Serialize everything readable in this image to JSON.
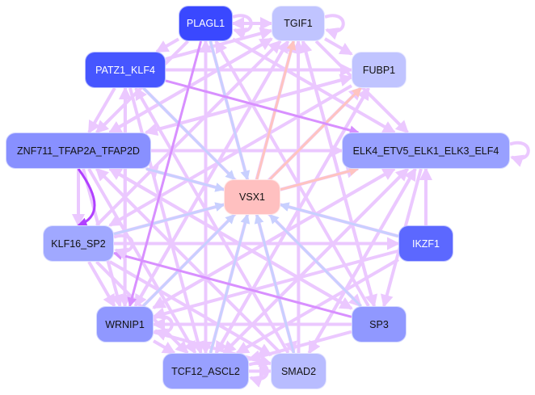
{
  "nodes": [
    {
      "id": "PLAGL1",
      "label": "PLAGL1",
      "color": "#3a48ff",
      "text": "#ffffff"
    },
    {
      "id": "TGIF1",
      "label": "TGIF1",
      "color": "#c0c4ff",
      "text": "#111111"
    },
    {
      "id": "PATZ1_KLF4",
      "label": "PATZ1_KLF4",
      "color": "#4656ff",
      "text": "#ffffff"
    },
    {
      "id": "FUBP1",
      "label": "FUBP1",
      "color": "#c0c4ff",
      "text": "#111111"
    },
    {
      "id": "ZNF711_TFAP2A_TFAP2D",
      "label": "ZNF711_TFAP2A_TFAP2D",
      "color": "#8890ff",
      "text": "#111111"
    },
    {
      "id": "ELK4_ETV5_ELK1_ELK3_ELF4",
      "label": "ELK4_ETV5_ELK1_ELK3_ELF4",
      "color": "#98a0ff",
      "text": "#111111"
    },
    {
      "id": "VSX1",
      "label": "VSX1",
      "color": "#ffc0c0",
      "text": "#111111"
    },
    {
      "id": "KLF16_SP2",
      "label": "KLF16_SP2",
      "color": "#a0a8ff",
      "text": "#111111"
    },
    {
      "id": "IKZF1",
      "label": "IKZF1",
      "color": "#5c68ff",
      "text": "#ffffff"
    },
    {
      "id": "WRNIP1",
      "label": "WRNIP1",
      "color": "#9098ff",
      "text": "#111111"
    },
    {
      "id": "SP3",
      "label": "SP3",
      "color": "#9098ff",
      "text": "#111111"
    },
    {
      "id": "TCF12_ASCL2",
      "label": "TCF12_ASCL2",
      "color": "#98a0ff",
      "text": "#111111"
    },
    {
      "id": "SMAD2",
      "label": "SMAD2",
      "color": "#b8bcff",
      "text": "#111111"
    }
  ],
  "edge_colors": {
    "lavender": "#ebc8ff",
    "blue": "#c8d0ff",
    "salmon": "#ffc4c0",
    "purple": "#d890ff",
    "violet": "#b040ff"
  },
  "edges": [
    [
      "PLAGL1",
      "TGIF1",
      "lavender"
    ],
    [
      "TGIF1",
      "PLAGL1",
      "lavender"
    ],
    [
      "PLAGL1",
      "PATZ1_KLF4",
      "lavender"
    ],
    [
      "PLAGL1",
      "VSX1",
      "blue"
    ],
    [
      "PLAGL1",
      "WRNIP1",
      "purple"
    ],
    [
      "PLAGL1",
      "ELK4_ETV5_ELK1_ELK3_ELF4",
      "lavender"
    ],
    [
      "PLAGL1",
      "TCF12_ASCL2",
      "lavender"
    ],
    [
      "PLAGL1",
      "ZNF711_TFAP2A_TFAP2D",
      "lavender"
    ],
    [
      "PLAGL1",
      "SMAD2",
      "lavender"
    ],
    [
      "PATZ1_KLF4",
      "TGIF1",
      "lavender"
    ],
    [
      "PATZ1_KLF4",
      "FUBP1",
      "lavender"
    ],
    [
      "PATZ1_KLF4",
      "ELK4_ETV5_ELK1_ELK3_ELF4",
      "purple"
    ],
    [
      "PATZ1_KLF4",
      "VSX1",
      "blue"
    ],
    [
      "PATZ1_KLF4",
      "ZNF711_TFAP2A_TFAP2D",
      "lavender"
    ],
    [
      "PATZ1_KLF4",
      "SP3",
      "lavender"
    ],
    [
      "PATZ1_KLF4",
      "TCF12_ASCL2",
      "lavender"
    ],
    [
      "PATZ1_KLF4",
      "WRNIP1",
      "lavender"
    ],
    [
      "VSX1",
      "TGIF1",
      "salmon"
    ],
    [
      "VSX1",
      "FUBP1",
      "salmon"
    ],
    [
      "VSX1",
      "ELK4_ETV5_ELK1_ELK3_ELF4",
      "salmon"
    ],
    [
      "ZNF711_TFAP2A_TFAP2D",
      "VSX1",
      "blue"
    ],
    [
      "ZNF711_TFAP2A_TFAP2D",
      "ELK4_ETV5_ELK1_ELK3_ELF4",
      "lavender"
    ],
    [
      "ZNF711_TFAP2A_TFAP2D",
      "TGIF1",
      "lavender"
    ],
    [
      "ZNF711_TFAP2A_TFAP2D",
      "FUBP1",
      "lavender"
    ],
    [
      "ZNF711_TFAP2A_TFAP2D",
      "KLF16_SP2",
      "lavender"
    ],
    [
      "ZNF711_TFAP2A_TFAP2D",
      "WRNIP1",
      "lavender"
    ],
    [
      "ZNF711_TFAP2A_TFAP2D",
      "TCF12_ASCL2",
      "lavender"
    ],
    [
      "ZNF711_TFAP2A_TFAP2D",
      "SP3",
      "lavender"
    ],
    [
      "ZNF711_TFAP2A_TFAP2D",
      "KLF16_SP2",
      "violet"
    ],
    [
      "KLF16_SP2",
      "VSX1",
      "blue"
    ],
    [
      "KLF16_SP2",
      "IKZF1",
      "lavender"
    ],
    [
      "KLF16_SP2",
      "WRNIP1",
      "lavender"
    ],
    [
      "KLF16_SP2",
      "TGIF1",
      "lavender"
    ],
    [
      "KLF16_SP2",
      "ELK4_ETV5_ELK1_ELK3_ELF4",
      "lavender"
    ],
    [
      "KLF16_SP2",
      "SMAD2",
      "lavender"
    ],
    [
      "KLF16_SP2",
      "TCF12_ASCL2",
      "lavender"
    ],
    [
      "SP3",
      "KLF16_SP2",
      "purple"
    ],
    [
      "SP3",
      "VSX1",
      "blue"
    ],
    [
      "SP3",
      "WRNIP1",
      "lavender"
    ],
    [
      "SP3",
      "TGIF1",
      "lavender"
    ],
    [
      "SP3",
      "ZNF711_TFAP2A_TFAP2D",
      "lavender"
    ],
    [
      "SP3",
      "TCF12_ASCL2",
      "lavender"
    ],
    [
      "SP3",
      "PLAGL1",
      "lavender"
    ],
    [
      "IKZF1",
      "VSX1",
      "blue"
    ],
    [
      "IKZF1",
      "ELK4_ETV5_ELK1_ELK3_ELF4",
      "lavender"
    ],
    [
      "IKZF1",
      "WRNIP1",
      "lavender"
    ],
    [
      "IKZF1",
      "TCF12_ASCL2",
      "lavender"
    ],
    [
      "IKZF1",
      "ZNF711_TFAP2A_TFAP2D",
      "lavender"
    ],
    [
      "WRNIP1",
      "VSX1",
      "blue"
    ],
    [
      "WRNIP1",
      "TGIF1",
      "lavender"
    ],
    [
      "WRNIP1",
      "FUBP1",
      "lavender"
    ],
    [
      "WRNIP1",
      "ELK4_ETV5_ELK1_ELK3_ELF4",
      "lavender"
    ],
    [
      "WRNIP1",
      "TCF12_ASCL2",
      "lavender"
    ],
    [
      "WRNIP1",
      "PATZ1_KLF4",
      "lavender"
    ],
    [
      "WRNIP1",
      "SMAD2",
      "lavender"
    ],
    [
      "TCF12_ASCL2",
      "VSX1",
      "blue"
    ],
    [
      "TCF12_ASCL2",
      "TGIF1",
      "lavender"
    ],
    [
      "TCF12_ASCL2",
      "ELK4_ETV5_ELK1_ELK3_ELF4",
      "lavender"
    ],
    [
      "TCF12_ASCL2",
      "FUBP1",
      "lavender"
    ],
    [
      "TCF12_ASCL2",
      "SMAD2",
      "lavender"
    ],
    [
      "TCF12_ASCL2",
      "PLAGL1",
      "lavender"
    ],
    [
      "SMAD2",
      "VSX1",
      "blue"
    ],
    [
      "SMAD2",
      "TGIF1",
      "lavender"
    ],
    [
      "SMAD2",
      "ELK4_ETV5_ELK1_ELK3_ELF4",
      "lavender"
    ],
    [
      "SMAD2",
      "ZNF711_TFAP2A_TFAP2D",
      "lavender"
    ],
    [
      "SMAD2",
      "PATZ1_KLF4",
      "lavender"
    ],
    [
      "ELK4_ETV5_ELK1_ELK3_ELF4",
      "SP3",
      "lavender"
    ],
    [
      "ELK4_ETV5_ELK1_ELK3_ELF4",
      "TCF12_ASCL2",
      "lavender"
    ],
    [
      "ELK4_ETV5_ELK1_ELK3_ELF4",
      "WRNIP1",
      "lavender"
    ],
    [
      "ELK4_ETV5_ELK1_ELK3_ELF4",
      "SMAD2",
      "lavender"
    ],
    [
      "FUBP1",
      "ZNF711_TFAP2A_TFAP2D",
      "lavender"
    ],
    [
      "FUBP1",
      "KLF16_SP2",
      "lavender"
    ],
    [
      "FUBP1",
      "TCF12_ASCL2",
      "lavender"
    ],
    [
      "TGIF1",
      "ELK4_ETV5_ELK1_ELK3_ELF4",
      "lavender"
    ],
    [
      "TGIF1",
      "SP3",
      "lavender"
    ],
    [
      "TGIF1",
      "WRNIP1",
      "lavender"
    ],
    [
      "TGIF1",
      "FUBP1",
      "lavender"
    ],
    [
      "TGIF1",
      "ZNF711_TFAP2A_TFAP2D",
      "lavender"
    ]
  ],
  "self_loops": [
    "PLAGL1",
    "TGIF1",
    "ELK4_ETV5_ELK1_ELK3_ELF4",
    "KLF16_SP2",
    "WRNIP1",
    "TCF12_ASCL2"
  ]
}
